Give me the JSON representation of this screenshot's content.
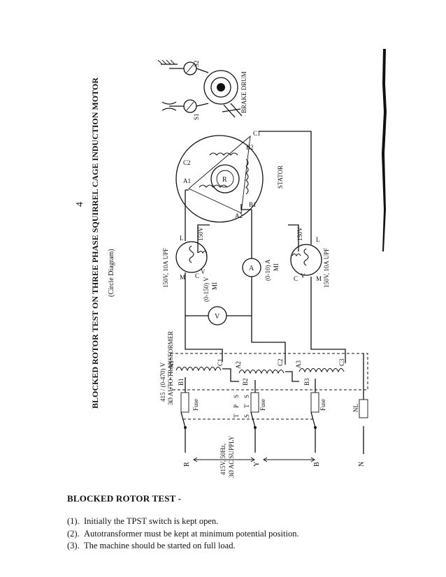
{
  "page_number": "4",
  "diagram": {
    "title": "BLOCKED ROTOR TEST ON THREE PHASE SQUIRREL CAGE INDUCTION MOTOR",
    "subtitle": "(Circle Diagram)",
    "supply": {
      "line1": "415V, 50Hz,",
      "line2": "3Ø AC SUPPLY"
    },
    "phases": [
      "R",
      "Y",
      "B",
      "N"
    ],
    "switch": {
      "letters_top": [
        "T",
        "P"
      ],
      "letters_bottom": [
        "S",
        "T"
      ],
      "letters_extra": [
        "S",
        "S"
      ]
    },
    "fuse_label": "Fuse",
    "neutral_link": "NL",
    "autotransformer": {
      "line1": "415 / (0-470) V",
      "line2": "3Ø AUTO TRANSFORMER"
    },
    "autotransformer_terminals": [
      "A1",
      "B1",
      "C1",
      "A2",
      "B2",
      "C2",
      "A3",
      "B3",
      "C3"
    ],
    "voltmeter": {
      "symbol": "V",
      "range": "(0-150) V",
      "type": "MI"
    },
    "ammeter": {
      "symbol": "A",
      "range": "(0-10) A",
      "type": "MI"
    },
    "wattmeter_top": {
      "rating": "150V, 10A UPF",
      "voltage": "150V",
      "terminals": [
        "M",
        "L",
        "C",
        "V"
      ]
    },
    "wattmeter_bottom": {
      "rating": "150V, 10A UPF",
      "voltage": "150V",
      "terminals": [
        "C",
        "M",
        "L",
        "V"
      ]
    },
    "stator_label": "STATOR",
    "rotor_label": "R",
    "stator_terminals": [
      "A1",
      "C2",
      "C1",
      "B2",
      "A2",
      "B1"
    ],
    "brake_drum_label": "BRAKE DRUM",
    "spring_balances": [
      "S1",
      "S2"
    ]
  },
  "text": {
    "heading": "BLOCKED ROTOR TEST -",
    "steps": [
      {
        "num": "(1).",
        "text": "Initially the TPST switch is kept open."
      },
      {
        "num": "(2).",
        "text": "Autotransformer must be kept at minimum potential position."
      },
      {
        "num": "(3).",
        "text": "The machine should be started on full load."
      }
    ]
  }
}
